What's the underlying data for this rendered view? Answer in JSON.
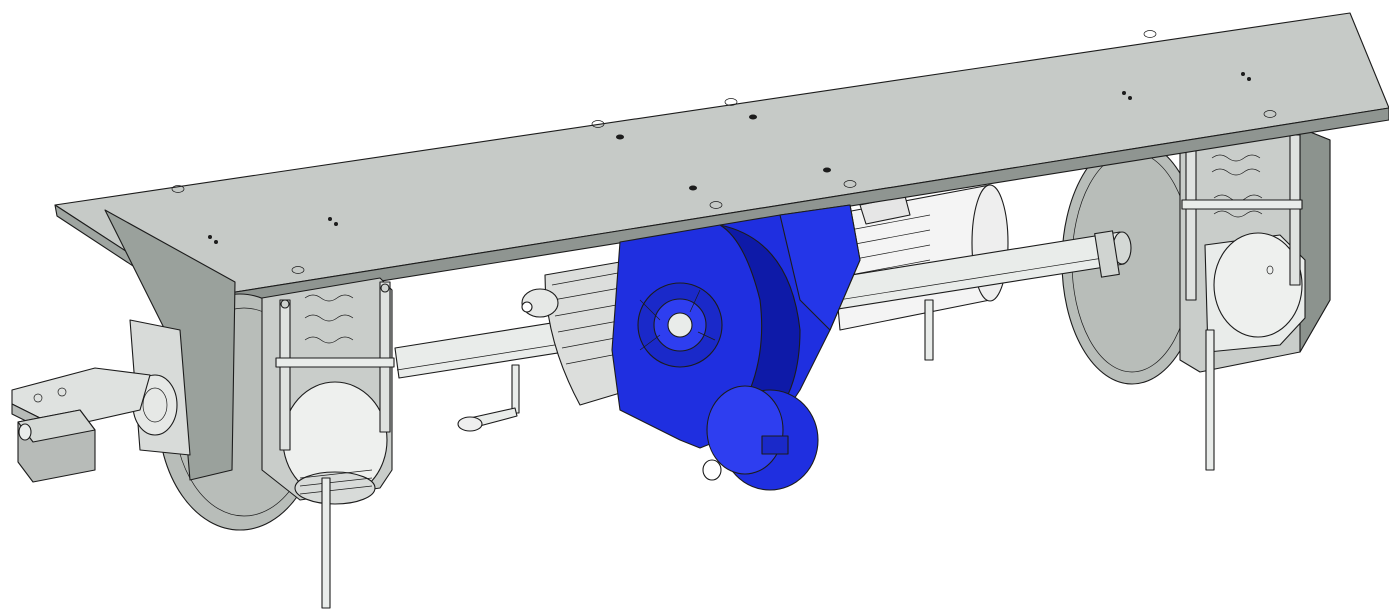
{
  "colors": {
    "plate": "#c6cac7",
    "plate_edge": "#8f9591",
    "drum": "#b8bdb9",
    "drum_dark": "#8c938e",
    "steel": "#e9ecea",
    "steel_shadow": "#b7bbb8",
    "motor": "#f4f4f4",
    "gearbox": "#1f2fe0",
    "gearbox_dark": "#0e1aa8",
    "outline": "#1c1c1c"
  },
  "icons": {
    "plate": "base-plate",
    "left_drum": "left-drum-flange",
    "right_drum": "right-drum-flange",
    "shaft": "drive-shaft",
    "motor": "electric-motor",
    "gearbox": "blue-gearbox",
    "crank": "hand-crank",
    "bracket": "limit-switch-bracket"
  }
}
